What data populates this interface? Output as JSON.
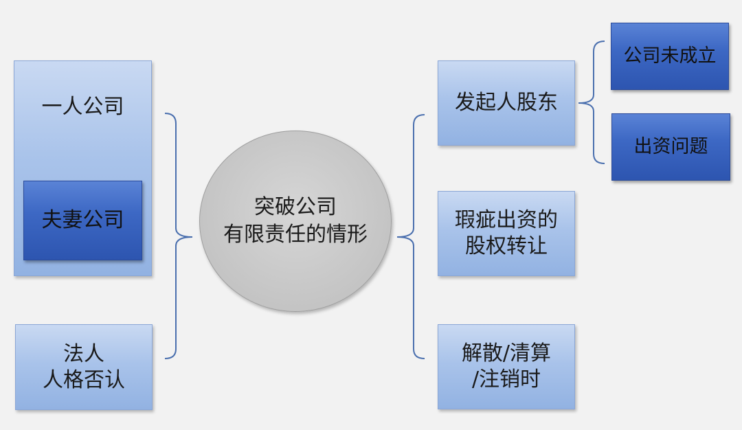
{
  "center": {
    "line1": "突破公司",
    "line2": "有限责任的情形"
  },
  "left": {
    "one_person": "一人公司",
    "couple": "夫妻公司",
    "piercing": "法人\n人格否认"
  },
  "right": {
    "promoter": "发起人股东",
    "defective": "瑕疵出资的\n股权转让",
    "dissolution": "解散/清算\n/注销时"
  },
  "far_right": {
    "not_established": "公司未成立",
    "capital_issue": "出资问题"
  },
  "colors": {
    "light_box": "#a9c3ea",
    "dark_box": "#3d68c4",
    "circle": "#c4c4c4",
    "connector": "#4a6fae",
    "background": "#f2f2f2"
  }
}
